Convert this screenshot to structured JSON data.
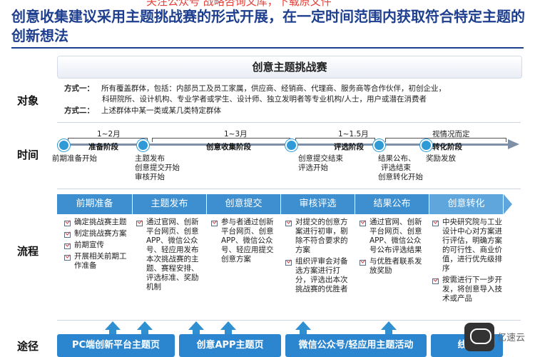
{
  "watermark": "关注公众号 战略咨询文库，下载原文件",
  "title": "创意收集建议采用主题挑战赛的形式开展，在一定时间范围内获取符合特定主题的创新想法",
  "banner": "创意主题挑战赛",
  "labels": {
    "object": "对象",
    "time": "时间",
    "process": "流程",
    "channel": "途径"
  },
  "object": {
    "m1_label": "方式一：",
    "m1_line1": "所有覆盖群体，包括：内部员工及员工家属，供应商、经销商、代理商、服务商等合作伙伴，初创企业，",
    "m1_line2": "科研院所、设计机构、专业学者或学生、设计师、独立发明者等专业机构/人士，用户或潜在消费者",
    "m2_label": "方式二：",
    "m2_line1": "上述群体中某一类或某几类特定群体"
  },
  "timeline": {
    "d1": "1~2月",
    "s1": "准备阶段",
    "d2": "1~3月",
    "s2": "创意收集阶段",
    "d3": "1~1.5月",
    "s3": "评选阶段",
    "d4": "视情况而定",
    "s4": "转化阶段",
    "e1": "前期准备开始",
    "e2a": "主题发布",
    "e2b": "创意提交开始",
    "e2c": "审核开始",
    "e3a": "创意提交结束",
    "e3b": "评选开始",
    "e4a": "结果公布、",
    "e4b": "评选结束",
    "e4c": "创意转化开始",
    "e5": "奖励发放"
  },
  "process": {
    "heads": [
      "前期准备",
      "主题发布",
      "创意提交",
      "审核评选",
      "结果公布",
      "创意转化"
    ],
    "col1": [
      "确定挑战赛主题",
      "制定挑战赛方案",
      "前期宣传",
      "开展相关前期工作准备"
    ],
    "col2": [
      "通过官网、创新平台网页、创意APP、微信公众号、轻应用发布本次挑战赛的主题、赛程安排、评选标准、奖励机制"
    ],
    "col3": [
      "参与者通过创新平台网页、创意APP、微信公众号、轻应用提交创意方案"
    ],
    "col4": [
      "对提交的创意方案进行初审，剔除不符合要求的方案",
      "组织评审会对备选方案进行打分，评选出本次挑战赛的优胜者"
    ],
    "col5": [
      "通过官网、创新平台网页、创意APP、微信公众号公布评选结果",
      "与优胜者联系发放奖励"
    ],
    "col6": [
      "中央研究院与工业设计中心对方案进行评估，明确方案的可行性、商业价值，进行优先级排序",
      "按需进行下一步开发，将创意导入技术或产品"
    ]
  },
  "channels": [
    "PC端创新平台主题页",
    "创意APP主题页",
    "微信公众号/轻应用主题活动",
    "线下"
  ],
  "logo_text": "亿速云",
  "colors": {
    "title": "#1e3f8f",
    "accent": "#2f9ad6",
    "process_head": "#3d8fcf",
    "channel": "#2b86cf",
    "watermark": "#e2423a"
  }
}
